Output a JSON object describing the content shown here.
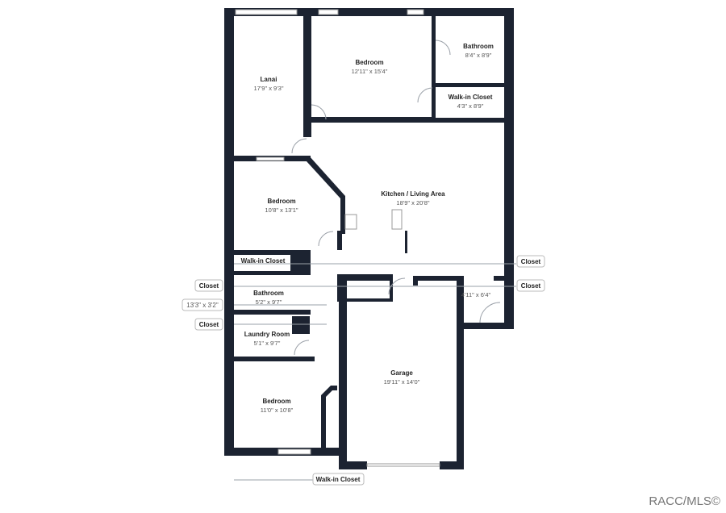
{
  "rooms": {
    "lanai": {
      "name": "Lanai",
      "dim": "17'9\" x 9'3\""
    },
    "bedroom1": {
      "name": "Bedroom",
      "dim": "12'11\" x 15'4\""
    },
    "bathroom1": {
      "name": "Bathroom",
      "dim": "8'4\" x 8'9\""
    },
    "walkin1": {
      "name": "Walk-in Closet",
      "dim": "4'3\" x 8'9\""
    },
    "bedroom2": {
      "name": "Bedroom",
      "dim": "10'8\" x 13'1\""
    },
    "kitchen": {
      "name": "Kitchen / Living Area",
      "dim": "18'9\" x 20'8\""
    },
    "walkin2": {
      "name": "Walk-in Closet"
    },
    "bathroom2": {
      "name": "Bathroom",
      "dim": "5'2\" x 9'7\""
    },
    "laundry": {
      "name": "Laundry Room",
      "dim": "5'1\" x 9'7\""
    },
    "entry": {
      "dim": "4'11\" x 6'4\""
    },
    "garage": {
      "name": "Garage",
      "dim": "19'11\" x 14'0\""
    },
    "bedroom3": {
      "name": "Bedroom",
      "dim": "11'0\" x 10'8\""
    }
  },
  "callouts": {
    "closet_right_1": "Closet",
    "closet_right_2": "Closet",
    "closet_left_1": "Closet",
    "dim_left": "13'3\" x 3'2\"",
    "closet_left_2": "Closet",
    "walkin_bottom": "Walk-in Closet"
  },
  "watermark": "RACC/MLS©",
  "colors": {
    "wall": "#1c2331"
  }
}
